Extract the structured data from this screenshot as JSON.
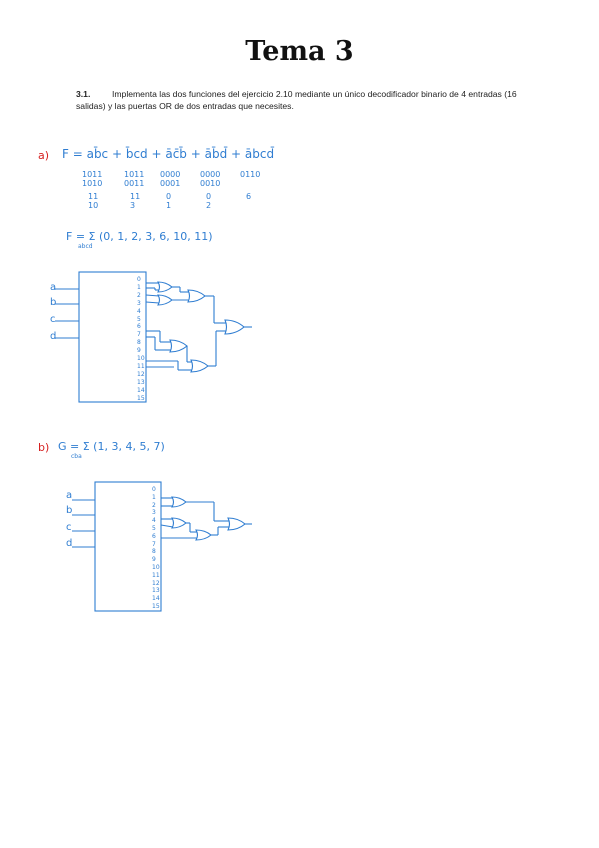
{
  "title": "Tema 3",
  "exercise": {
    "number": "3.1.",
    "text": "Implementa las dos funciones del ejercicio 2.10 mediante un único decodificador binario de 4 entradas (16 salidas) y las puertas OR de dos entradas que necesites."
  },
  "part_a": {
    "label": "a)",
    "function": "F = ab̄c + b̄cd + āc̄b̄ + āb̄d̄ + ābcd̄",
    "terms": [
      {
        "binary": [
          "1011",
          "1010"
        ],
        "decimal": [
          "11",
          "10"
        ]
      },
      {
        "binary": [
          "1011",
          "0011"
        ],
        "decimal": [
          "11",
          "3"
        ]
      },
      {
        "binary": [
          "0000",
          "0001"
        ],
        "decimal": [
          "0",
          "1"
        ]
      },
      {
        "binary": [
          "0000",
          "0010"
        ],
        "decimal": [
          "0",
          "2"
        ]
      },
      {
        "binary": [
          "0110"
        ],
        "decimal": [
          "6"
        ]
      }
    ],
    "sum": "F = Σ (0, 1, 2, 3, 6, 10, 11)",
    "sum_sub": "abcd"
  },
  "part_b": {
    "label": "b)",
    "sum": "G = Σ (1, 3, 4, 5, 7)",
    "sum_sub": "cba"
  },
  "inputs": [
    "a",
    "b",
    "c",
    "d"
  ],
  "outputs": [
    "0",
    "1",
    "2",
    "3",
    "4",
    "5",
    "6",
    "7",
    "8",
    "9",
    "10",
    "11",
    "12",
    "13",
    "14",
    "15"
  ],
  "colors": {
    "ink": "#2f7dd1",
    "label": "#d62020"
  }
}
